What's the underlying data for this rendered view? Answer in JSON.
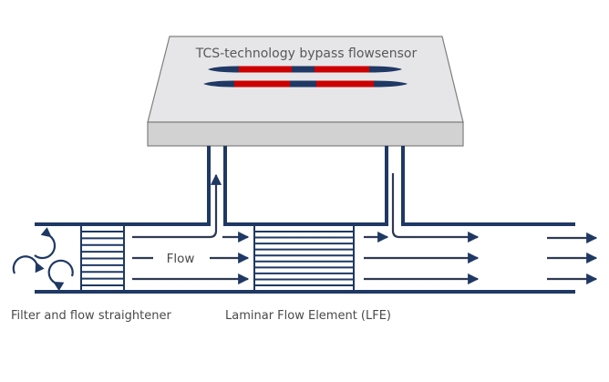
{
  "diagram": {
    "sensor_title": "TCS-technology bypass flowsensor",
    "flow_label": "Flow",
    "filter_label": "Filter and flow straightener",
    "lfe_label": "Laminar Flow Element (LFE)"
  },
  "colors": {
    "navy": "#1f3864",
    "red": "#cc0000",
    "box_top": "#e6e6e8",
    "box_front": "#d2d2d2",
    "box_outline": "#7f7f7f"
  },
  "icons": {
    "swirl": "circular-arrow-icon",
    "flow_arrow": "arrow-right-icon"
  }
}
